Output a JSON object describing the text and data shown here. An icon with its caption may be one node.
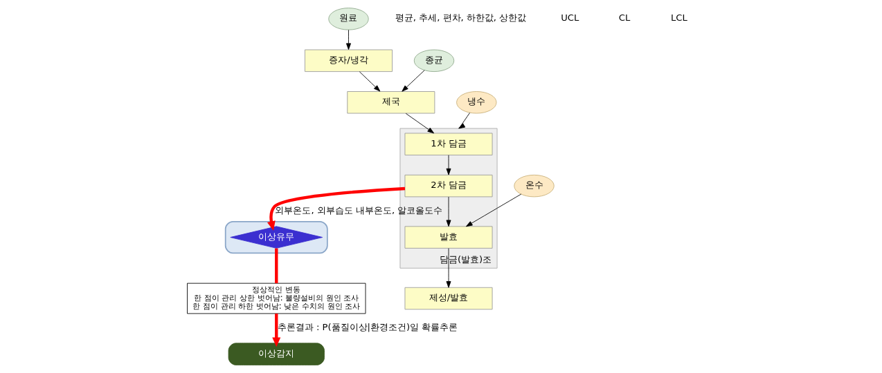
{
  "diagram": {
    "nodes": [
      {
        "text": [
          "원료"
        ]
      },
      {
        "text": [
          "증자/냉각"
        ]
      },
      {
        "text": [
          "종균"
        ]
      },
      {
        "text": [
          "제국"
        ]
      },
      {
        "text": [
          "담금(발효)조"
        ]
      },
      {
        "text": [
          "1차 담금"
        ],
        "in": 4
      },
      {
        "text": [
          "2차 담금"
        ],
        "in": 4
      },
      {
        "text": [
          "발효"
        ],
        "in": 4
      },
      {
        "text": [
          "냉수"
        ]
      },
      {
        "text": [
          "온수"
        ]
      },
      {
        "text": [
          "제성/발효"
        ]
      },
      {
        "text": [],
        "shape": "cloud"
      },
      {
        "text": [
          "이상유무"
        ],
        "in": 11
      },
      {
        "text": [
          "정상적인 변동",
          "한 점이 관리 상한 벗어남: 불량설비의 원인 조사",
          "한 점이 관리 하한 벗어남: 낮은 수치의 원인 조사"
        ]
      },
      {
        "text": [
          "이상감지"
        ]
      }
    ],
    "edges": [
      {
        "from": 0,
        "to": 1,
        "arrow": "to"
      },
      {
        "from": 1,
        "to": 3,
        "arrow": "to"
      },
      {
        "from": 2,
        "to": 3,
        "arrow": "to"
      },
      {
        "from": 3,
        "to": 5,
        "arrow": "to"
      },
      {
        "from": 5,
        "to": 6,
        "arrow": "to"
      },
      {
        "from": 6,
        "to": 7,
        "arrow": "to"
      },
      {
        "from": 8,
        "to": 4,
        "arrow": "to"
      },
      {
        "from": 9,
        "to": 7,
        "arrow": "to"
      },
      {
        "from": 7,
        "to": 10,
        "arrow": "to"
      },
      {
        "from": 6,
        "to": 12,
        "arrow": "to",
        "label": "외부온도, 외부습도 내부온도, 알코올도수",
        "style": "thick",
        "color": "#ff0000"
      },
      {
        "from": 12,
        "to": 13,
        "arrow": "none",
        "style": "thick",
        "color": "#ff0000"
      },
      {
        "from": 13,
        "to": 14,
        "arrow": "to",
        "label": "추론결과 : P(품질이상|환경조건)일 확률추론",
        "style": "thick",
        "color": "#ff0000"
      }
    ],
    "labels": [
      "평균, 추세, 편차, 하한값, 상한값",
      "UCL",
      "CL",
      "LCL"
    ]
  }
}
